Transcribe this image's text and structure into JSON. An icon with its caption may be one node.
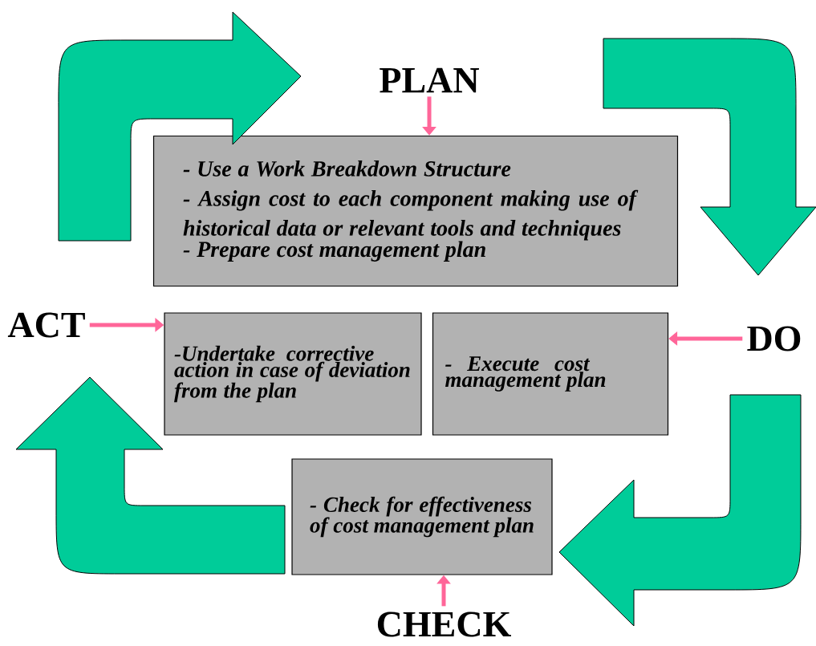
{
  "diagram": {
    "nodes": [
      {
        "text": [
          "PLAN"
        ]
      },
      {
        "text": [
          "- Use a Work Breakdown Structure",
          "- Assign cost to each component making use of historical data or relevant tools and techniques",
          "- Prepare cost management plan"
        ]
      },
      {
        "text": [
          "ACT"
        ]
      },
      {
        "text": [
          "-Undertake corrective action in case of deviation from the plan"
        ]
      },
      {
        "text": [
          "- Execute cost management plan"
        ]
      },
      {
        "text": [
          "DO"
        ]
      },
      {
        "text": [
          "- Check for effectiveness of cost management plan"
        ]
      },
      {
        "text": [
          "CHECK"
        ]
      }
    ],
    "edges": [
      {
        "from": 0,
        "to": 1,
        "arrow": "to",
        "color": "#ff6699"
      },
      {
        "from": 2,
        "to": 3,
        "arrow": "to",
        "color": "#ff6699"
      },
      {
        "from": 5,
        "to": 4,
        "arrow": "to",
        "color": "#ff6699"
      },
      {
        "from": 7,
        "to": 6,
        "arrow": "to",
        "color": "#ff6699"
      },
      {
        "from": 2,
        "to": 0,
        "arrow": "to",
        "style": "thick",
        "color": "#00cc99"
      },
      {
        "from": 0,
        "to": 5,
        "arrow": "to",
        "style": "thick",
        "color": "#00cc99"
      },
      {
        "from": 5,
        "to": 7,
        "arrow": "to",
        "style": "thick",
        "color": "#00cc99"
      },
      {
        "from": 7,
        "to": 2,
        "arrow": "to",
        "style": "thick",
        "color": "#00cc99"
      }
    ]
  }
}
